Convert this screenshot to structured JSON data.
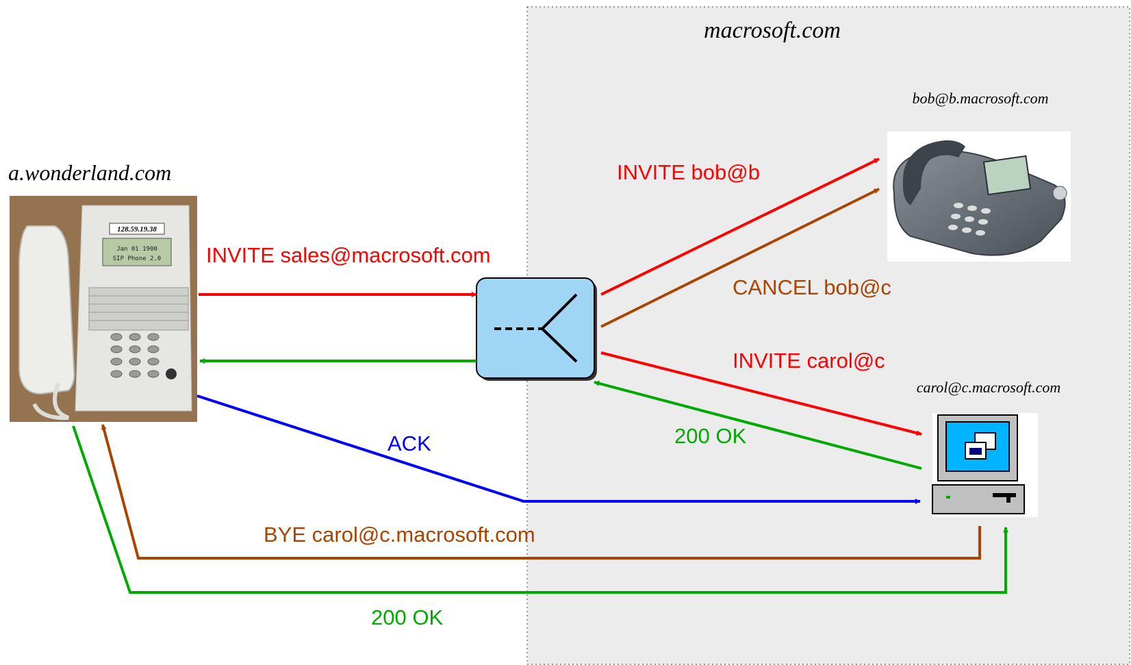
{
  "domain_label": "macrosoft.com",
  "colors": {
    "invite": "#ff0000",
    "cancel_bye": "#aa4400",
    "ok": "#00aa00",
    "ack": "#0000ff",
    "domain_bg": "#ececec",
    "proxy_fill": "#9fd6f5"
  },
  "nodes": {
    "caller": {
      "label": "a.wonderland.com",
      "ip_label": "128.59.19.38",
      "lcd_lines": [
        "SIP Phone 2.0",
        "Jan 01 1900"
      ]
    },
    "proxy": {
      "icon": "fork-proxy-icon"
    },
    "bob": {
      "label": "bob@b.macrosoft.com"
    },
    "carol": {
      "label": "carol@c.macrosoft.com"
    }
  },
  "messages": {
    "invite_sales": "INVITE sales@macrosoft.com",
    "invite_bob": "INVITE bob@b",
    "cancel_bob": "CANCEL bob@c",
    "invite_carol": "INVITE carol@c",
    "ok_carol_proxy": "200 OK",
    "ack": "ACK",
    "bye": "BYE carol@c.macrosoft.com",
    "ok_final": "200 OK"
  }
}
